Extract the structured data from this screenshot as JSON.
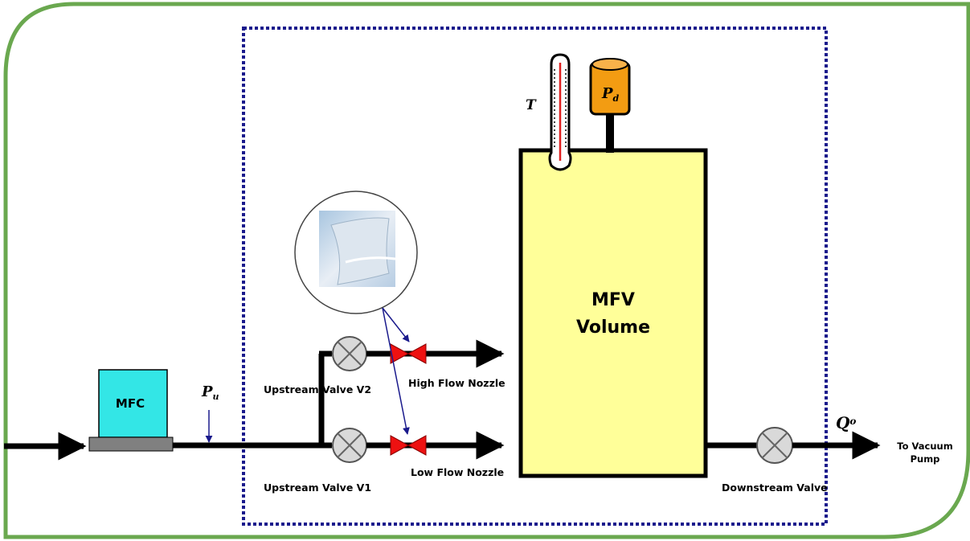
{
  "diagram": {
    "mfc_label": "MFC",
    "mfv_label_line1": "MFV",
    "mfv_label_line2": "Volume",
    "upstream_pressure": "P",
    "upstream_pressure_sub": "u",
    "downstream_pressure": "P",
    "downstream_pressure_sub": "d",
    "temperature": "T",
    "outflow": "Q",
    "outflow_sub": "o",
    "upstream_valve_v2": "Upstream Valve V2",
    "upstream_valve_v1": "Upstream Valve V1",
    "high_flow_nozzle": "High Flow Nozzle",
    "low_flow_nozzle": "Low Flow Nozzle",
    "downstream_valve": "Downstream Valve",
    "to_vacuum_line1": "To Vacuum",
    "to_vacuum_line2": "Pump"
  },
  "colors": {
    "frame_border": "#6aa84f",
    "dotted_boundary": "#1a1a8c",
    "mfc_fill": "#33e6e6",
    "mfc_base": "#808080",
    "mfv_fill": "#ffff99",
    "pressure_gauge": "#f39c12",
    "nozzle_red": "#ee1111",
    "thermometer_red": "#e02020"
  }
}
